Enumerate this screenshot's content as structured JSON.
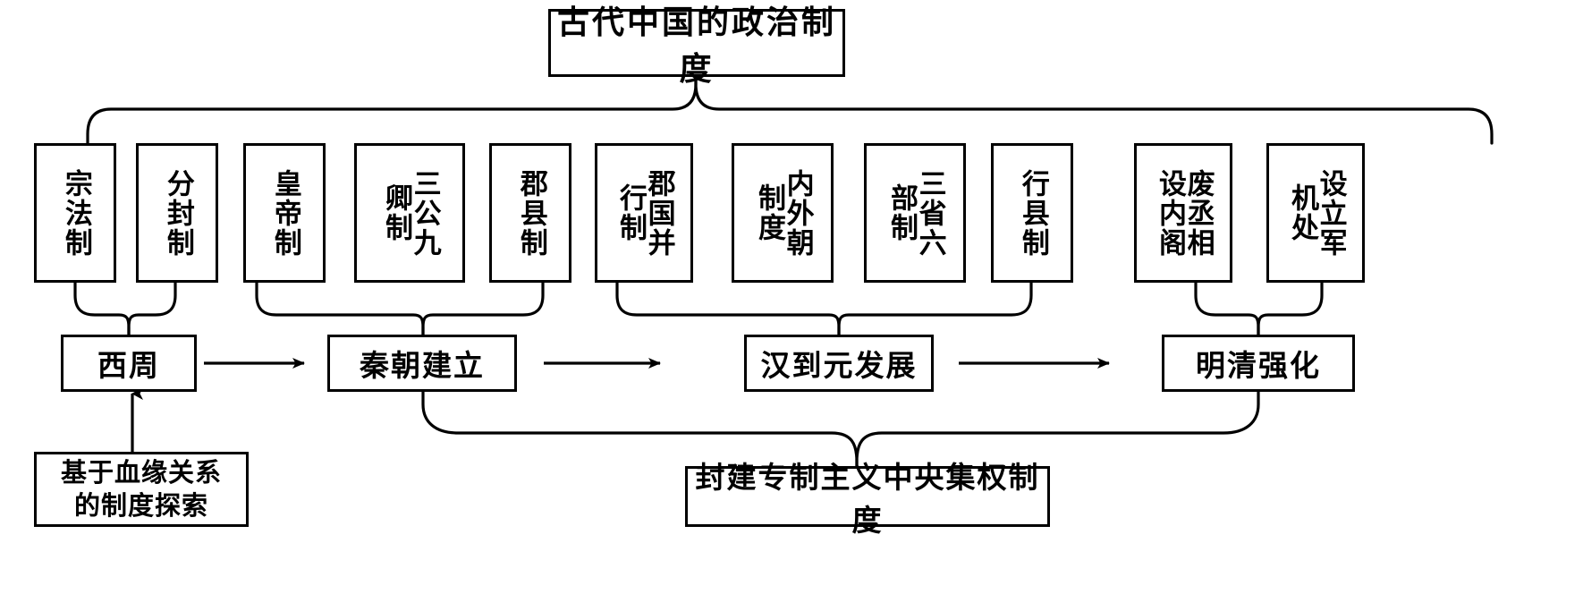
{
  "diagram": {
    "title_box": {
      "label": "古代中国的政治制度"
    },
    "institutions": [
      {
        "id": "zongfa",
        "label": "宗法制",
        "group": "xizhou"
      },
      {
        "id": "fenfeng",
        "label": "分封制",
        "group": "xizhou"
      },
      {
        "id": "huangdi",
        "label": "皇帝制",
        "group": "qin"
      },
      {
        "id": "sangong",
        "label": "三公九卿制",
        "group": "qin"
      },
      {
        "id": "junxian",
        "label": "郡县制",
        "group": "qin"
      },
      {
        "id": "junguo",
        "label": "郡国并行制",
        "group": "hanyuan"
      },
      {
        "id": "neiwai",
        "label": "内外朝制度",
        "group": "hanyuan"
      },
      {
        "id": "sansheng",
        "label": "三省六部制",
        "group": "hanyuan"
      },
      {
        "id": "xingxian",
        "label": "行县制",
        "group": "hanyuan"
      },
      {
        "id": "feichengxiang",
        "label": "废丞相设内阁",
        "group": "mingqing"
      },
      {
        "id": "junjichu",
        "label": "设立军机处",
        "group": "mingqing"
      }
    ],
    "phases": [
      {
        "id": "xizhou",
        "label": "西周"
      },
      {
        "id": "qin",
        "label": "秦朝建立"
      },
      {
        "id": "hanyuan",
        "label": "汉到元发展"
      },
      {
        "id": "mingqing",
        "label": "明清强化"
      }
    ],
    "phase_arrows": [
      {
        "from": "西周",
        "to": "秦朝建立"
      },
      {
        "from": "秦朝建立",
        "to": "汉到元发展"
      },
      {
        "from": "汉到元发展",
        "to": "明清强化"
      }
    ],
    "note_box": {
      "line1": "基于血缘关系",
      "line2": "的制度探索"
    },
    "summary_box": {
      "label": "封建专制主义中央集权制度"
    },
    "colors": {
      "stroke": "#000000",
      "background": "#ffffff",
      "text": "#000000"
    }
  }
}
